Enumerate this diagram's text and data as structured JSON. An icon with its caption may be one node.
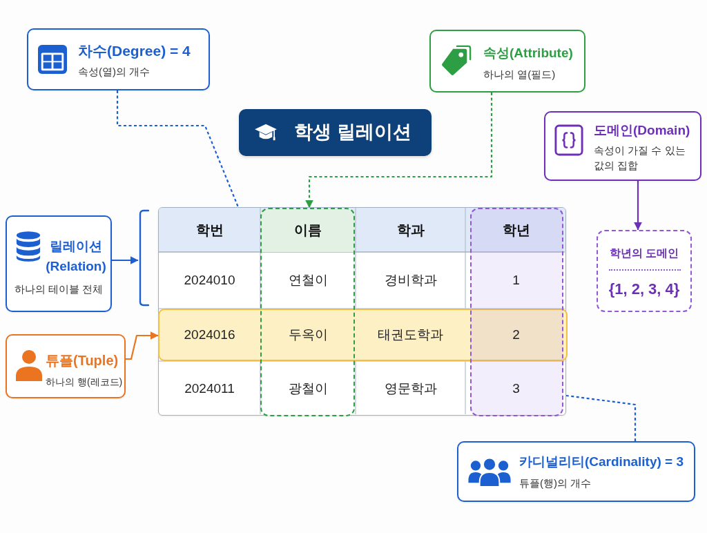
{
  "diagram": {
    "title": "학생 릴레이션",
    "nodes": [
      {
        "text": [
          "차수(Degree) = 4",
          "속성(열)의 개수"
        ]
      },
      {
        "text": [
          "속성(Attribute)",
          "하나의 열(필드)"
        ]
      },
      {
        "text": [
          "도메인(Domain)",
          "속성이 가질 수 있는 값의 집합"
        ]
      },
      {
        "text": [
          "릴레이션 (Relation)",
          "하나의 테이블 전체"
        ]
      },
      {
        "text": [],
        "shape": "bracket"
      },
      {
        "text": [],
        "shape": "table"
      },
      {
        "text": [],
        "shape": "box",
        "in": 5
      },
      {
        "text": [],
        "shape": "box",
        "in": 5
      },
      {
        "text": [
          "학년의 도메인",
          "{1, 2, 3, 4}"
        ]
      },
      {
        "text": [
          "튜플(Tuple)",
          "하나의 행(레코드)"
        ]
      },
      {
        "text": [],
        "shape": "box",
        "in": 5
      },
      {
        "text": [
          "카디널리티(Cardinality) = 3",
          "튜플(행)의 개수"
        ]
      }
    ],
    "edges": [
      {
        "from": 0,
        "to": 5,
        "arrow": "none",
        "style": "dashed"
      },
      {
        "from": 1,
        "to": 6,
        "arrow": "to",
        "style": "dashed",
        "color": "#2e9e44"
      },
      {
        "from": 2,
        "to": 8,
        "arrow": "to",
        "color": "#6c2fb5"
      },
      {
        "from": 3,
        "to": 4,
        "arrow": "to"
      },
      {
        "from": 9,
        "to": 10,
        "arrow": "to",
        "color": "#ea7420"
      },
      {
        "from": 11,
        "to": 5,
        "arrow": "none",
        "style": "dashed"
      }
    ],
    "labels": [
      "학번",
      "이름",
      "학과",
      "학년",
      "2024010",
      "연철이",
      "경비학과",
      "1",
      "2024016",
      "두옥이",
      "태권도학과",
      "2",
      "2024011",
      "광철이",
      "영문학과",
      "3"
    ]
  }
}
